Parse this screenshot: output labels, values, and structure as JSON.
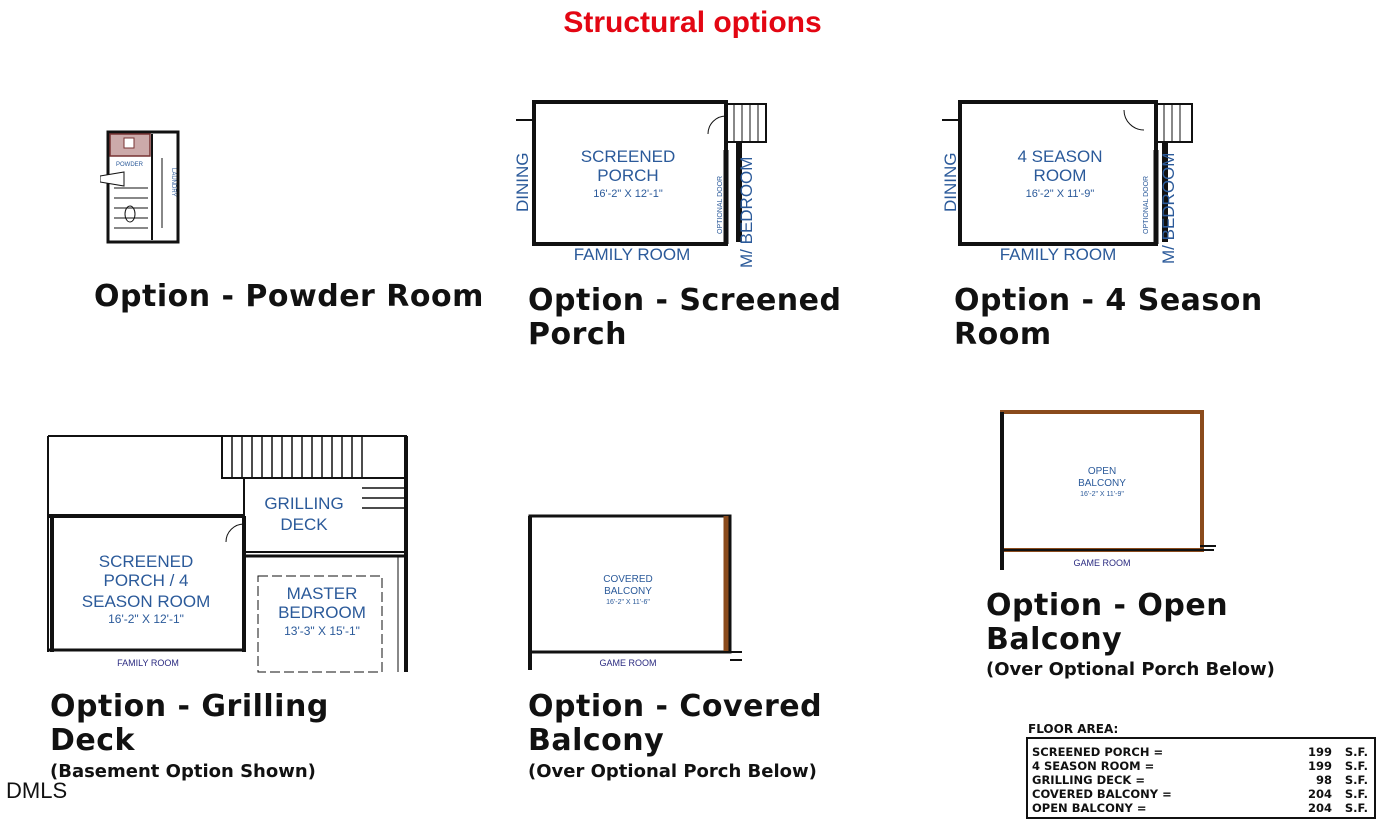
{
  "page_title": "Structural options",
  "options": {
    "powder": {
      "title": [
        "Option - Powder Room"
      ]
    },
    "screened": {
      "title": [
        "Option - Screened",
        "Porch"
      ]
    },
    "season": {
      "title": [
        "Option - 4 Season",
        "Room"
      ]
    },
    "grilling": {
      "title": [
        "Option - Grilling",
        "Deck"
      ],
      "subtitle": "(Basement Option Shown)"
    },
    "covered": {
      "title": [
        "Option - Covered",
        "Balcony"
      ],
      "subtitle": "(Over Optional Porch Below)"
    },
    "open": {
      "title": [
        "Option - Open",
        "Balcony"
      ],
      "subtitle": "(Over Optional Porch Below)"
    }
  },
  "plans": {
    "powder": {
      "room": "POWDER",
      "side": "LAUNDRY"
    },
    "screened": {
      "name": [
        "SCREENED",
        "PORCH"
      ],
      "dims": "16'-2\" X 12'-1\"",
      "left": "DINING",
      "bottom": "FAMILY ROOM",
      "door": "OPTIONAL DOOR",
      "right": "M/ BEDROOM"
    },
    "season": {
      "name": [
        "4 SEASON",
        "ROOM"
      ],
      "dims": "16'-2\" X 11'-9\"",
      "left": "DINING",
      "bottom": "FAMILY ROOM",
      "door": "OPTIONAL DOOR",
      "right": "M/ BEDROOM"
    },
    "grilling": {
      "deck": [
        "GRILLING",
        "DECK"
      ],
      "porch": [
        "SCREENED",
        "PORCH / 4",
        "SEASON ROOM"
      ],
      "porch_dims": "16'-2\" X 12'-1\"",
      "master": [
        "MASTER",
        "BEDROOM"
      ],
      "master_dims": "13'-3\" X 15'-1\"",
      "bottom": "FAMILY ROOM"
    },
    "covered": {
      "name": [
        "COVERED",
        "BALCONY"
      ],
      "dims": "16'-2\" X 11'-6\"",
      "bottom": "GAME ROOM"
    },
    "open": {
      "name": [
        "OPEN",
        "BALCONY"
      ],
      "dims": "16'-2\" X 11'-9\"",
      "bottom": "GAME ROOM"
    }
  },
  "floor_area": {
    "title": "FLOOR AREA:",
    "rows": [
      {
        "name": "SCREENED PORCH =",
        "value": "199",
        "unit": "S.F."
      },
      {
        "name": "4 SEASON ROOM =",
        "value": "199",
        "unit": "S.F."
      },
      {
        "name": "GRILLING DECK =",
        "value": "98",
        "unit": "S.F."
      },
      {
        "name": "COVERED BALCONY =",
        "value": "204",
        "unit": "S.F."
      },
      {
        "name": "OPEN BALCONY =",
        "value": "204",
        "unit": "S.F."
      }
    ]
  },
  "watermark": "DMLS",
  "colors": {
    "title": "#e30613",
    "plan_text": "#2b5a9a",
    "balcony_edge": "#8a4b1c"
  }
}
